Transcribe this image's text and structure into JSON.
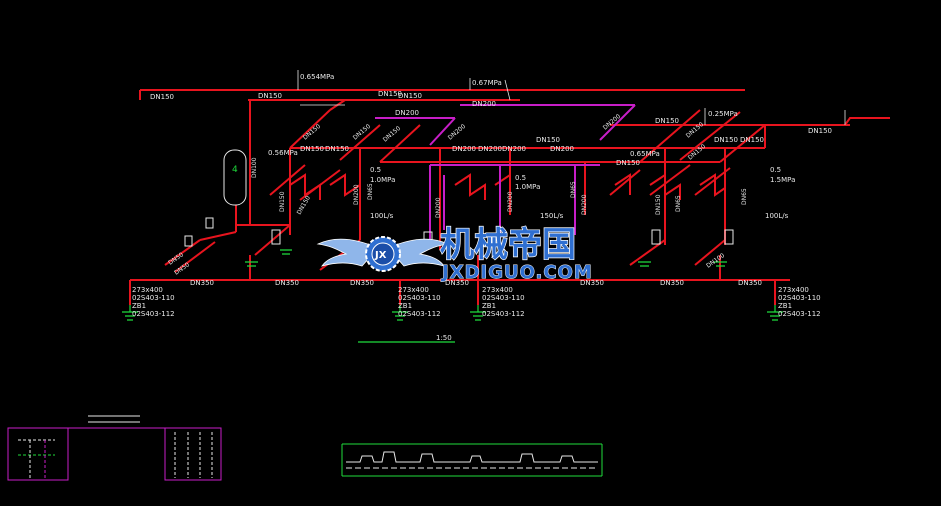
{
  "colors": {
    "background": "#000000",
    "main_pipe": "#e8141e",
    "branch_pipe": "#c81ec8",
    "annotation": "#e8e8e8",
    "ground": "#1fdc3c",
    "watermark_blue": "#2f6fd1"
  },
  "pipe_labels": {
    "dn150": "DN150",
    "dn200": "DN200",
    "dn350": "DN350",
    "dn100": "DN100",
    "dn65": "DN65",
    "dn50": "DN50"
  },
  "pressure_labels": {
    "p_top_left": "0.654MPa",
    "p_top_mid": "0.67MPa",
    "p_top_right": "0.25MPa",
    "p_mid_right": "0.65MPa",
    "p_tank": "0.56MPa",
    "p_pump_1": "0.5",
    "p_pump_2": "1.0MPa",
    "p_pump_3": "0.5",
    "p_pump_4": "1.0MPa",
    "p_pump_5": "0.5",
    "p_pump_6": "1.5MPa"
  },
  "flow_labels": {
    "q1": "100L/s",
    "q2": "150L/s",
    "q3": "100L/s"
  },
  "tank": {
    "number": "4"
  },
  "well_labels": {
    "spec": "273x400",
    "std1": "02S403-110",
    "std2": "ZB1",
    "std3": "02S403-112"
  },
  "scale_note": {
    "scale": "1:50"
  },
  "watermark": {
    "cn": "机械帝国",
    "en": "JXDIGUO.COM",
    "badge": "JX"
  }
}
